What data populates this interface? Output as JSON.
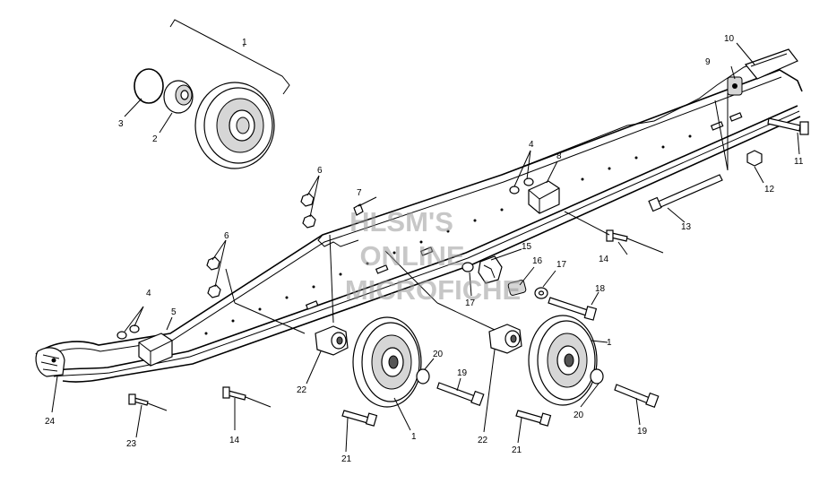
{
  "diagram": {
    "callouts": {
      "c1_top": "1",
      "c1_mid": "1",
      "c1_right": "1",
      "c2": "2",
      "c3": "3",
      "c4_left": "4",
      "c4_right": "4",
      "c5": "5",
      "c6_left": "6",
      "c6_mid": "6",
      "c7": "7",
      "c8": "8",
      "c9": "9",
      "c10": "10",
      "c11": "11",
      "c12": "12",
      "c13": "13",
      "c14_mid": "14",
      "c14_bottom": "14",
      "c15": "15",
      "c16": "16",
      "c17_left": "17",
      "c17_right": "17",
      "c18": "18",
      "c19_left": "19",
      "c19_right": "19",
      "c20_left": "20",
      "c20_right": "20",
      "c21_left": "21",
      "c21_right": "21",
      "c22_left": "22",
      "c22_right": "22",
      "c23": "23",
      "c24": "24"
    },
    "watermark": {
      "line1": "HLSM'S",
      "line2": "ONLINE",
      "line3": "MICROFICHE"
    }
  }
}
